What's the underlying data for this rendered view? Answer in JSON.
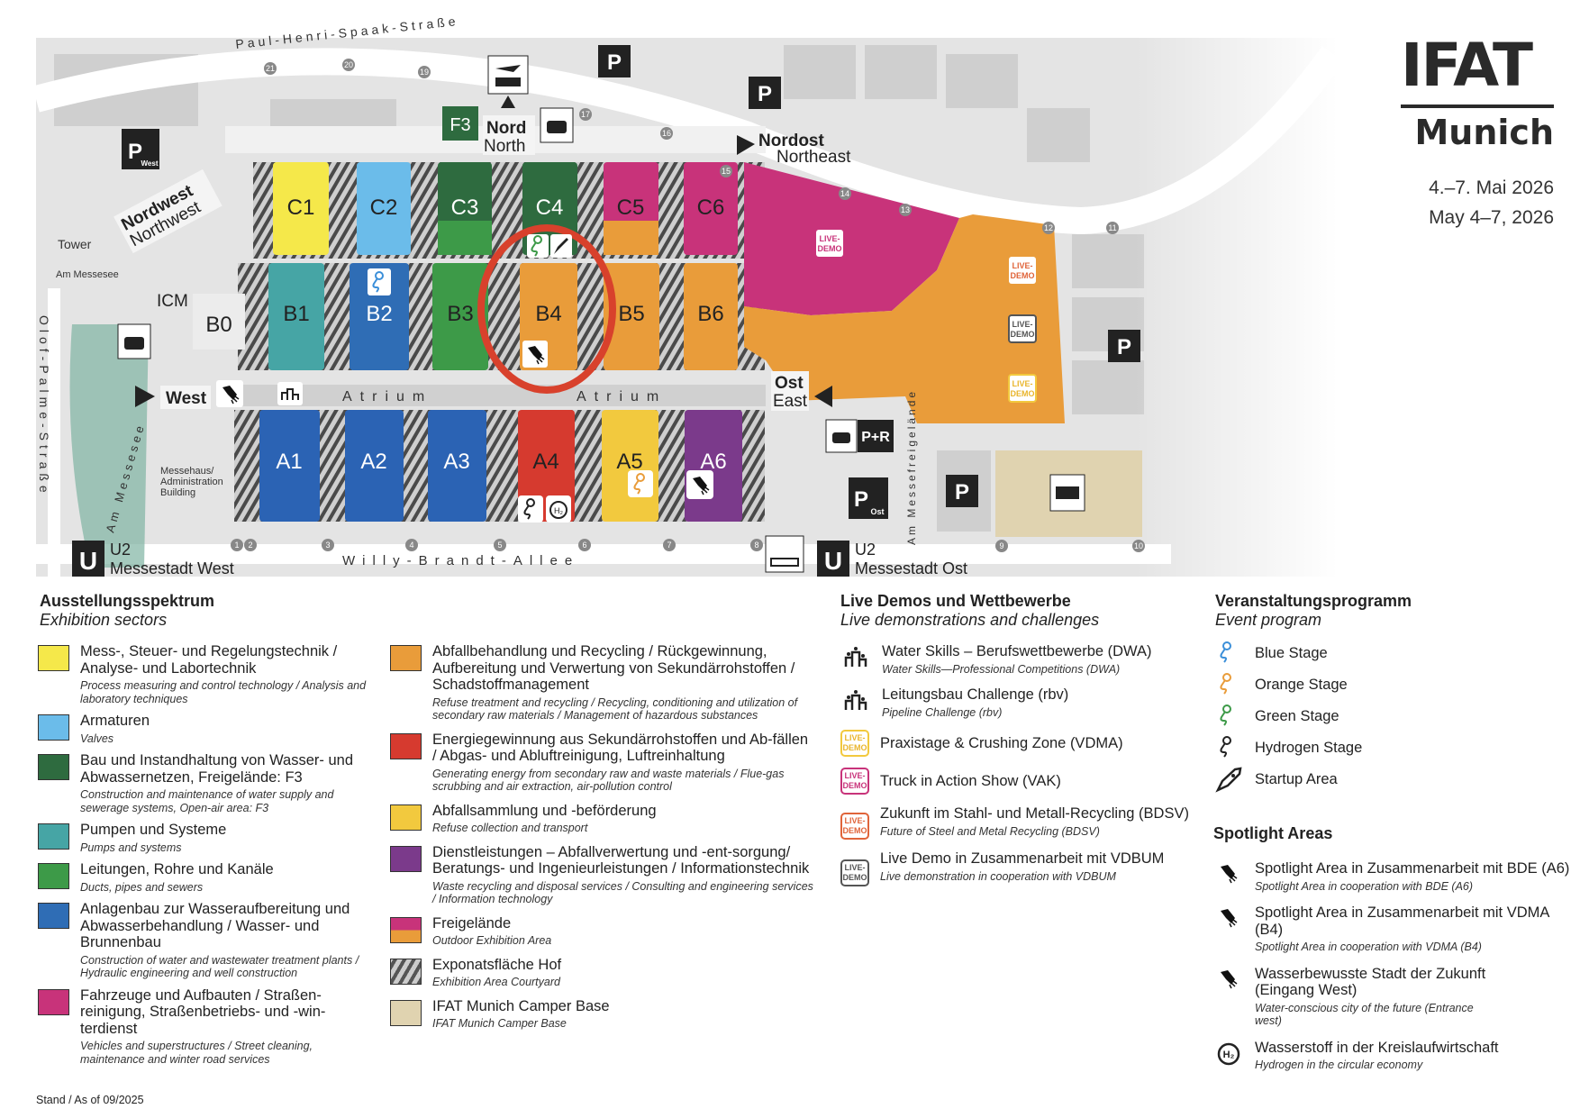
{
  "logo": {
    "brand": "IFAT",
    "city": "Munich",
    "dates_de": "4.–7. Mai 2026",
    "dates_en": "May 4–7, 2026"
  },
  "map": {
    "halls": [
      {
        "label": "C1",
        "color": "#f5e84a"
      },
      {
        "label": "C2",
        "color": "#6bbcea"
      },
      {
        "label": "C3",
        "color": "#2e6b3f"
      },
      {
        "label": "C4",
        "color": "#2e6b3f"
      },
      {
        "label": "C5",
        "color": "#c8337a"
      },
      {
        "label": "C6",
        "color": "#c8337a"
      },
      {
        "label": "B1",
        "color": "#46a5a5"
      },
      {
        "label": "B2",
        "color": "#2f6db5"
      },
      {
        "label": "B3",
        "color": "#3d9a48"
      },
      {
        "label": "B4",
        "color": "#e99c3a"
      },
      {
        "label": "B5",
        "color": "#e99c3a"
      },
      {
        "label": "B6",
        "color": "#e99c3a"
      },
      {
        "label": "A1",
        "color": "#2b63b4"
      },
      {
        "label": "A2",
        "color": "#2b63b4"
      },
      {
        "label": "A3",
        "color": "#2b63b4"
      },
      {
        "label": "A4",
        "color": "#d63a2f"
      },
      {
        "label": "A5",
        "color": "#f2c93e"
      },
      {
        "label": "A6",
        "color": "#7b3a8b"
      }
    ],
    "b0": "B0",
    "f3": "F3",
    "icm": "ICM",
    "tower": "Tower",
    "am_messesee": "Am Messesee",
    "messehaus": [
      "Messehaus/",
      "Administration",
      "Building"
    ],
    "olof_palme": "Olof-Palme-Straße",
    "paul_henri": "Paul-Henri-Spaak-Straße",
    "willy_brandt": "Willy-Brandt-Allee",
    "am_messefreigelaende": "Am Messefreigelände",
    "atrium": "Atrium",
    "entrances": {
      "north": [
        "Nord",
        "North"
      ],
      "northeast": [
        "Nordost",
        "Northeast"
      ],
      "northwest": [
        "Nordwest",
        "Northwest"
      ],
      "west": "West",
      "east": [
        "Ost",
        "East"
      ]
    },
    "ubahn_west": [
      "U2",
      "Messestadt West"
    ],
    "ubahn_east": [
      "U2",
      "Messestadt Ost"
    ],
    "u_symbol": "U",
    "parking": "P",
    "parking_west": "West",
    "parking_ost": "Ost",
    "park_ride": "P+R",
    "live_demo": [
      "LIVE-",
      "DEMO"
    ],
    "gates": [
      "1",
      "2",
      "3",
      "4",
      "5",
      "6",
      "7",
      "8",
      "9",
      "10",
      "11",
      "12",
      "13",
      "14",
      "15",
      "16",
      "17",
      "19",
      "20",
      "21"
    ],
    "highlight_color": "#d8412c"
  },
  "legend": {
    "sectors": {
      "title": "Ausstellungsspektrum",
      "subtitle": "Exhibition sectors",
      "items": [
        {
          "color": "#f5e84a",
          "de": "Mess-, Steuer- und Regelungstechnik / Analyse- und Labortechnik",
          "en": "Process measuring and control technology / Analysis and laboratory techniques"
        },
        {
          "color": "#6bbcea",
          "de": "Armaturen",
          "en": "Valves"
        },
        {
          "color": "#2e6b3f",
          "de": "Bau und Instandhaltung von Wasser- und Abwassernetzen, Freigelände: F3",
          "en": "Construction and maintenance of water supply and sewerage systems, Open-air area: F3"
        },
        {
          "color": "#46a5a5",
          "de": "Pumpen und Systeme",
          "en": "Pumps and systems"
        },
        {
          "color": "#3d9a48",
          "de": "Leitungen, Rohre und Kanäle",
          "en": "Ducts, pipes and sewers"
        },
        {
          "color": "#2f6db5",
          "de": "Anlagenbau zur Wasseraufbereitung und Abwasserbehandlung / Wasser- und Brunnenbau",
          "en": "Construction of water and wastewater treatment plants / Hydraulic engineering and well construction"
        },
        {
          "color": "#c8337a",
          "de": "Fahrzeuge und Aufbauten / Straßen-reinigung, Straßenbetriebs- und -win-terdienst",
          "en": "Vehicles and superstructures / Street cleaning, maintenance and winter road services"
        },
        {
          "color": "#e99c3a",
          "de": "Abfallbehandlung und Recycling / Rückgewinnung, Aufbereitung und Verwertung von Sekundärrohstoffen / Schadstoffmanagement",
          "en": "Refuse treatment and recycling / Recycling, conditioning and utilization of secondary raw materials / Management of hazardous substances"
        },
        {
          "color": "#d63a2f",
          "de": "Energiegewinnung aus Sekundärrohstoffen und Ab-fällen / Abgas- und Abluftreinigung, Luftreinhaltung",
          "en": "Generating energy from secondary raw and waste materials / Flue-gas scrubbing and air extraction, air-pollution control"
        },
        {
          "color": "#f2c93e",
          "de": "Abfallsammlung und -beförderung",
          "en": "Refuse collection and transport"
        },
        {
          "color": "#7b3a8b",
          "de": "Dienstleistungen – Abfallverwertung und -ent-sorgung/ Beratungs- und Ingenieurleistungen / Informationstechnik",
          "en": "Waste recycling and disposal services / Consulting and engineering services / Information technology"
        },
        {
          "color": "#c8337a / #e99c3a",
          "de": "Freigelände",
          "en": "Outdoor Exhibition Area"
        },
        {
          "color": "hatched",
          "de": "Exponatsfläche Hof",
          "en": "Exhibition Area Courtyard"
        },
        {
          "color": "#e0d3b0",
          "de": "IFAT Munich Camper Base",
          "en": "IFAT Munich Camper Base"
        }
      ]
    },
    "live": {
      "title": "Live Demos und Wettbewerbe",
      "subtitle": "Live demonstrations and challenges",
      "items": [
        {
          "icon": "podium-icon",
          "de": "Water Skills – Berufswettbewerbe (DWA)",
          "en": "Water Skills—Professional Competitions (DWA)"
        },
        {
          "icon": "podium-icon",
          "de": "Leitungsbau Challenge (rbv)",
          "en": "Pipeline Challenge (rbv)"
        },
        {
          "icon": "live-demo-icon",
          "color": "#f2c93e",
          "de": "Praxistage & Crushing Zone (VDMA)"
        },
        {
          "icon": "live-demo-icon",
          "color": "#c8337a",
          "de": "Truck in Action Show (VAK)"
        },
        {
          "icon": "live-demo-icon",
          "color": "#e0643a",
          "de": "Zukunft im Stahl- und Metall-Recycling  (BDSV)",
          "en": "Future of Steel and Metal Recycling (BDSV)"
        },
        {
          "icon": "live-demo-icon",
          "color": "#555555",
          "de": "Live Demo in Zusammenarbeit mit VDBUM",
          "en": "Live demonstration in cooperation with VDBUM"
        }
      ]
    },
    "events": {
      "title": "Veranstaltungsprogramm",
      "subtitle": "Event program",
      "items": [
        {
          "icon": "microphone-icon",
          "color": "#3b8fd9",
          "label": "Blue Stage"
        },
        {
          "icon": "microphone-icon",
          "color": "#e99c3a",
          "label": "Orange Stage"
        },
        {
          "icon": "microphone-icon",
          "color": "#3d9a48",
          "label": "Green Stage"
        },
        {
          "icon": "microphone-icon",
          "color": "#222222",
          "label": "Hydrogen Stage"
        },
        {
          "icon": "rocket-icon",
          "color": "#222222",
          "label": "Startup Area"
        }
      ]
    },
    "spotlight": {
      "title": "Spotlight Areas",
      "items": [
        {
          "icon": "spotlight-icon",
          "de": "Spotlight Area in Zusammenarbeit mit BDE (A6)",
          "en": "Spotlight Area in cooperation with BDE (A6)"
        },
        {
          "icon": "spotlight-icon",
          "de": "Spotlight Area in Zusammenarbeit mit VDMA (B4)",
          "en": "Spotlight Area in cooperation with VDMA (B4)"
        },
        {
          "icon": "spotlight-icon",
          "de": "Wasserbewusste Stadt der Zukunft (Eingang West)",
          "en": "Water-conscious city of the future (Entrance west)"
        },
        {
          "icon": "hydrogen-icon",
          "de": "Wasserstoff in der Kreislaufwirtschaft",
          "en": "Hydrogen in the circular economy"
        }
      ]
    },
    "stand": "Stand / As of 09/2025"
  }
}
